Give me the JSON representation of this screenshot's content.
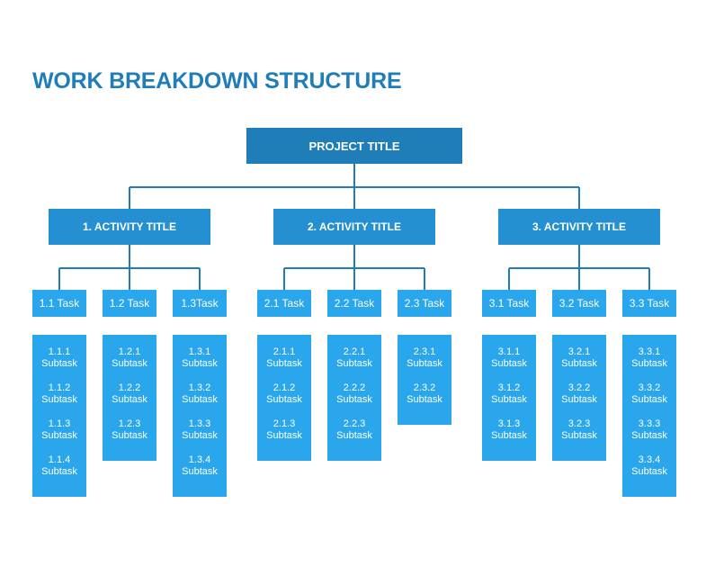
{
  "heading": "WORK BREAKDOWN STRUCTURE",
  "project": "PROJECT TITLE",
  "colors": {
    "heading": "#1f7db8",
    "project": "#1f7db8",
    "activity": "#2490d2",
    "task": "#2aa6ec",
    "connector": "#1f7db8"
  },
  "activities": [
    {
      "label": "1. ACTIVITY TITLE",
      "tasks": [
        {
          "label": "1.1 Task",
          "subtasks": [
            {
              "id": "1.1.1",
              "label": "Subtask"
            },
            {
              "id": "1.1.2",
              "label": "Subtask"
            },
            {
              "id": "1.1.3",
              "label": "Subtask"
            },
            {
              "id": "1.1.4",
              "label": "Subtask"
            }
          ]
        },
        {
          "label": "1.2 Task",
          "subtasks": [
            {
              "id": "1.2.1",
              "label": "Subtask"
            },
            {
              "id": "1.2.2",
              "label": "Subtask"
            },
            {
              "id": "1.2.3",
              "label": "Subtask"
            }
          ]
        },
        {
          "label": "1.3Task",
          "subtasks": [
            {
              "id": "1.3.1",
              "label": "Subtask"
            },
            {
              "id": "1.3.2",
              "label": "Subtask"
            },
            {
              "id": "1.3.3",
              "label": "Subtask"
            },
            {
              "id": "1.3.4",
              "label": "Subtask"
            }
          ]
        }
      ]
    },
    {
      "label": "2. ACTIVITY TITLE",
      "tasks": [
        {
          "label": "2.1 Task",
          "subtasks": [
            {
              "id": "2.1.1",
              "label": "Subtask"
            },
            {
              "id": "2.1.2",
              "label": "Subtask"
            },
            {
              "id": "2.1.3",
              "label": "Subtask"
            }
          ]
        },
        {
          "label": "2.2 Task",
          "subtasks": [
            {
              "id": "2.2.1",
              "label": "Subtask"
            },
            {
              "id": "2.2.2",
              "label": "Subtask"
            },
            {
              "id": "2.2.3",
              "label": "Subtask"
            }
          ]
        },
        {
          "label": "2.3 Task",
          "subtasks": [
            {
              "id": "2.3.1",
              "label": "Subtask"
            },
            {
              "id": "2.3.2",
              "label": "Subtask"
            }
          ]
        }
      ]
    },
    {
      "label": "3. ACTIVITY TITLE",
      "tasks": [
        {
          "label": "3.1 Task",
          "subtasks": [
            {
              "id": "3.1.1",
              "label": "Subtask"
            },
            {
              "id": "3.1.2",
              "label": "Subtask"
            },
            {
              "id": "3.1.3",
              "label": "Subtask"
            }
          ]
        },
        {
          "label": "3.2 Task",
          "subtasks": [
            {
              "id": "3.2.1",
              "label": "Subtask"
            },
            {
              "id": "3.2.2",
              "label": "Subtask"
            },
            {
              "id": "3.2.3",
              "label": "Subtask"
            }
          ]
        },
        {
          "label": "3.3 Task",
          "subtasks": [
            {
              "id": "3.3.1",
              "label": "Subtask"
            },
            {
              "id": "3.3.2",
              "label": "Subtask"
            },
            {
              "id": "3.3.3",
              "label": "Subtask"
            },
            {
              "id": "3.3.4",
              "label": "Subtask"
            }
          ]
        }
      ]
    }
  ]
}
